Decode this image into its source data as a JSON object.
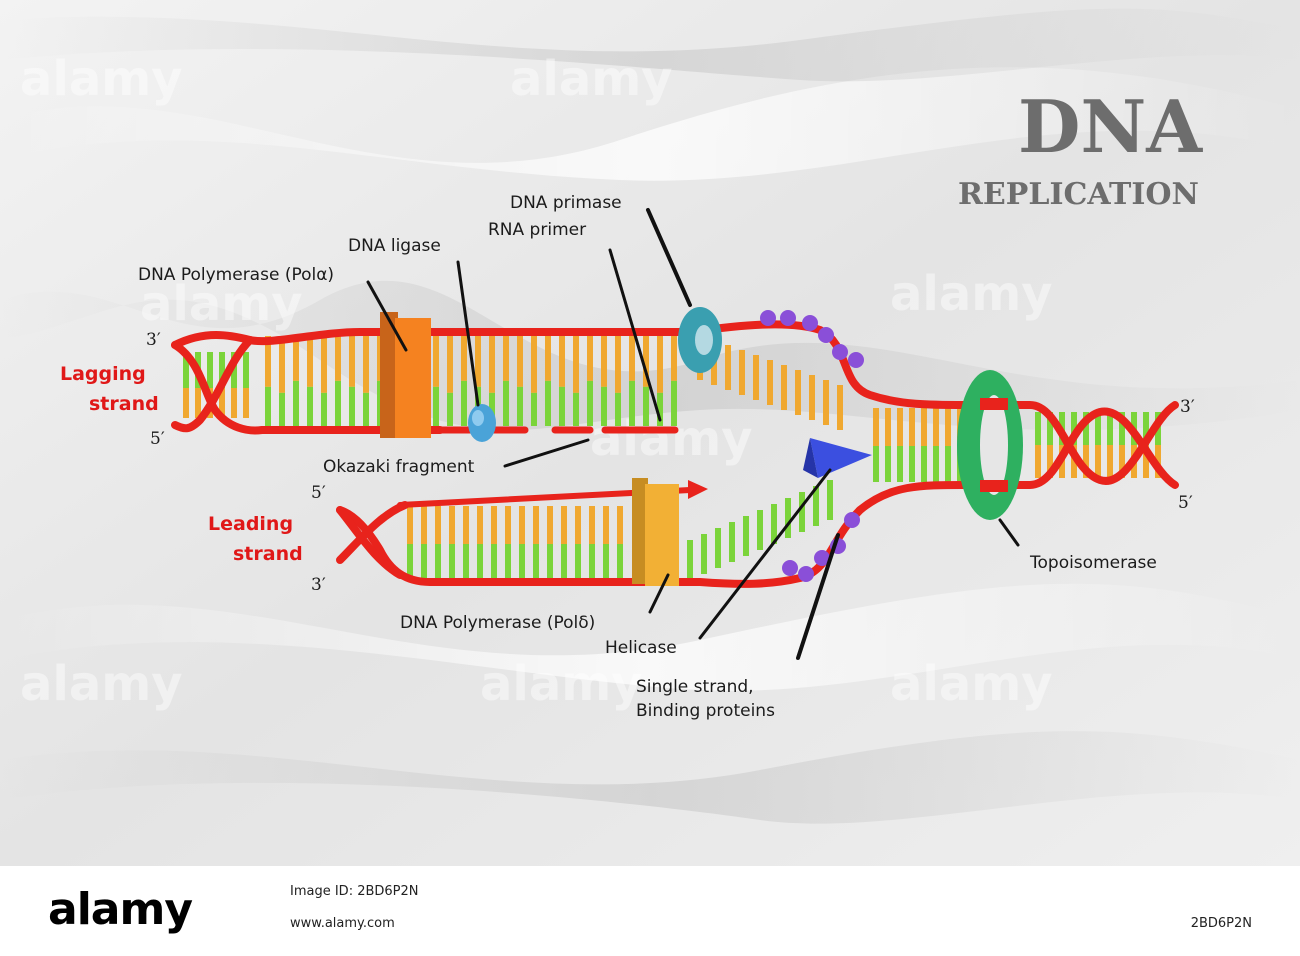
{
  "title": {
    "main": "DNA",
    "sub": "REPLICATION"
  },
  "labels": {
    "pol_alpha": "DNA Polymerase (Polα)",
    "ligase": "DNA ligase",
    "primase": "DNA primase",
    "rna_primer": "RNA primer",
    "okazaki": "Okazaki fragment",
    "pol_delta": "DNA Polymerase (Polδ)",
    "helicase": "Helicase",
    "ssb_line1": "Single strand,",
    "ssb_line2": "Binding proteins",
    "topoisomerase": "Topoisomerase"
  },
  "strands": {
    "lagging_line1": "Lagging",
    "lagging_line2": "strand",
    "leading_line1": "Leading",
    "leading_line2": "strand"
  },
  "ends": {
    "lag_left_top": "3′",
    "lag_left_bottom": "5′",
    "lead_left_top": "5′",
    "lead_left_bottom": "3′",
    "right_top": "3′",
    "right_bottom": "5′"
  },
  "watermark": "alamy",
  "footer": {
    "logo": "alamy",
    "credit": "Image ID: 2BD6P2N",
    "url": "www.alamy.com",
    "id": "2BD6P2N"
  },
  "colors": {
    "backbone": "#e8231c",
    "base_a": "#f0a830",
    "base_b": "#7bd43a",
    "pol_alpha": "#f58220",
    "pol_delta": "#f2b035",
    "ligase": "#4aa3d8",
    "primase": "#3a9fb0",
    "helicase": "#3b4fe0",
    "ssb": "#8a4fd8",
    "topoisomerase": "#2eb060"
  }
}
